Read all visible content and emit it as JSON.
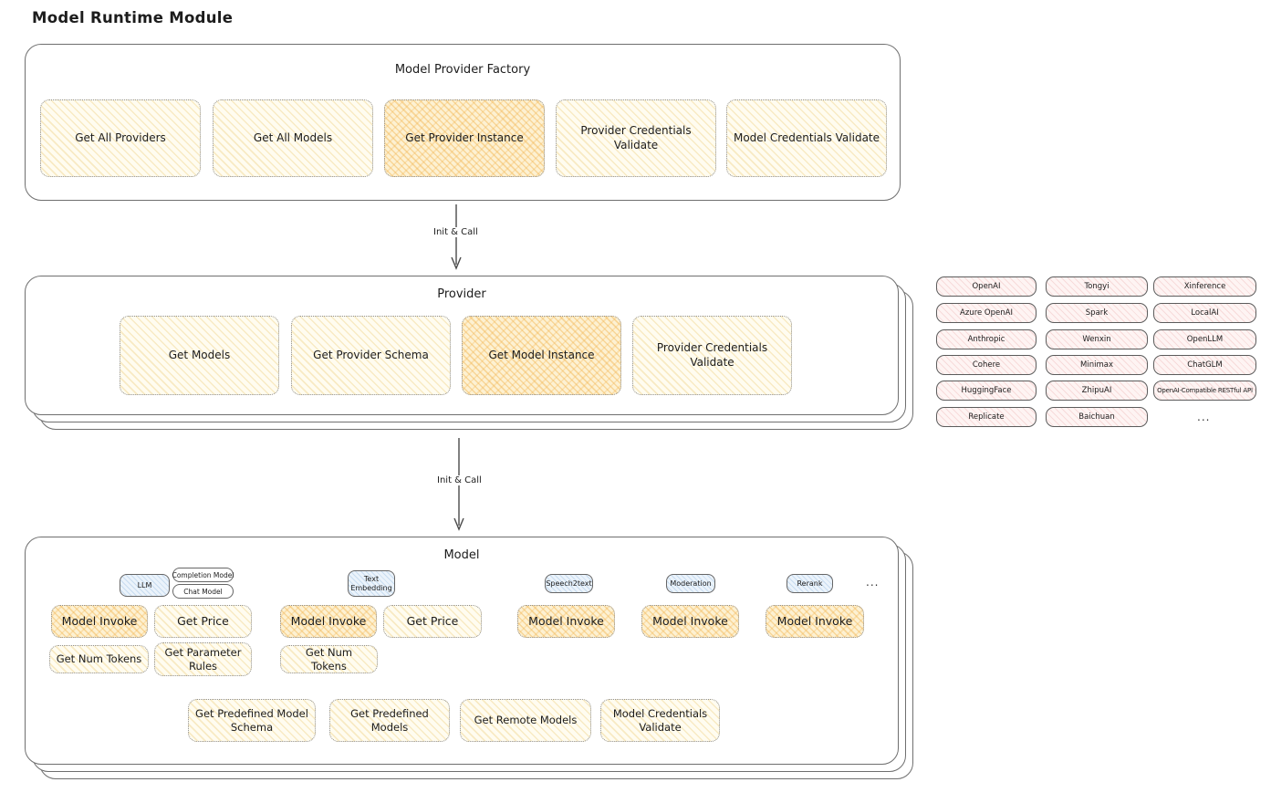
{
  "page_title": "Model Runtime Module",
  "factory": {
    "title": "Model Provider Factory",
    "boxes": [
      {
        "label": "Get All Providers"
      },
      {
        "label": "Get All Models"
      },
      {
        "label": "Get Provider Instance"
      },
      {
        "label": "Provider Credentials Validate"
      },
      {
        "label": "Model Credentials Validate"
      }
    ]
  },
  "arrow1": {
    "label": "Init & Call"
  },
  "arrow2": {
    "label": "Init & Call"
  },
  "provider": {
    "title": "Provider",
    "boxes": [
      {
        "label": "Get Models"
      },
      {
        "label": "Get Provider Schema"
      },
      {
        "label": "Get Model Instance"
      },
      {
        "label": "Provider Credentials Validate"
      }
    ]
  },
  "provider_list": {
    "items": [
      "OpenAI",
      "Tongyi",
      "Xinference",
      "Azure OpenAI",
      "Spark",
      "LocalAI",
      "Anthropic",
      "Wenxin",
      "OpenLLM",
      "Cohere",
      "Minimax",
      "ChatGLM",
      "HuggingFace",
      "ZhipuAI",
      "OpenAI-Compatible RESTful API",
      "Replicate",
      "Baichuan"
    ],
    "more": "..."
  },
  "model": {
    "title": "Model",
    "tabs": {
      "llm": "LLM",
      "completion": "Completion Model",
      "chat": "Chat Model",
      "text_embedding": "Text Embedding",
      "speech2text": "Speech2text",
      "moderation": "Moderation",
      "rerank": "Rerank",
      "more": "..."
    },
    "ops": {
      "model_invoke": "Model Invoke",
      "get_price": "Get Price",
      "get_num_tokens": "Get Num Tokens",
      "get_parameter_rules": "Get Parameter Rules"
    },
    "bottom": [
      {
        "label": "Get Predefined Model Schema"
      },
      {
        "label": "Get Predefined Models"
      },
      {
        "label": "Get Remote Models"
      },
      {
        "label": "Model Credentials Validate"
      }
    ]
  },
  "colors": {
    "yellow_node": "#fffcf0",
    "highlight_node": "#fdf1d2",
    "pink_node": "#fef4f3",
    "blue_tab": "#ebf3fb",
    "card_border": "#6f6f6f"
  }
}
